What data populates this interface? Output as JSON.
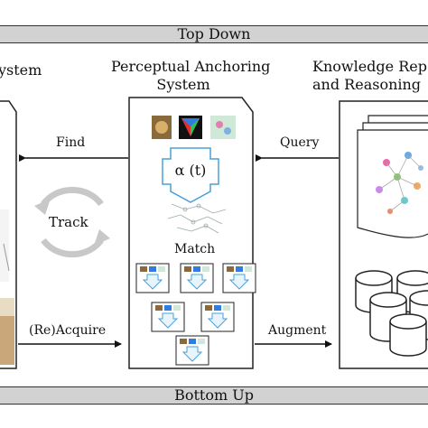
{
  "bars": {
    "top": "Top Down",
    "bottom": "Bottom Up"
  },
  "titles": {
    "left": "ystem",
    "center_line1": "Perceptual Anchoring",
    "center_line2": "System",
    "right_line1": "Knowledge Rep",
    "right_line2": "and Reasoning"
  },
  "arrows": {
    "find": "Find",
    "query": "Query",
    "reacquire": "(Re)Acquire",
    "augment": "Augment"
  },
  "anchor": {
    "alpha": "α (t)",
    "match": "Match"
  },
  "track": "Track"
}
